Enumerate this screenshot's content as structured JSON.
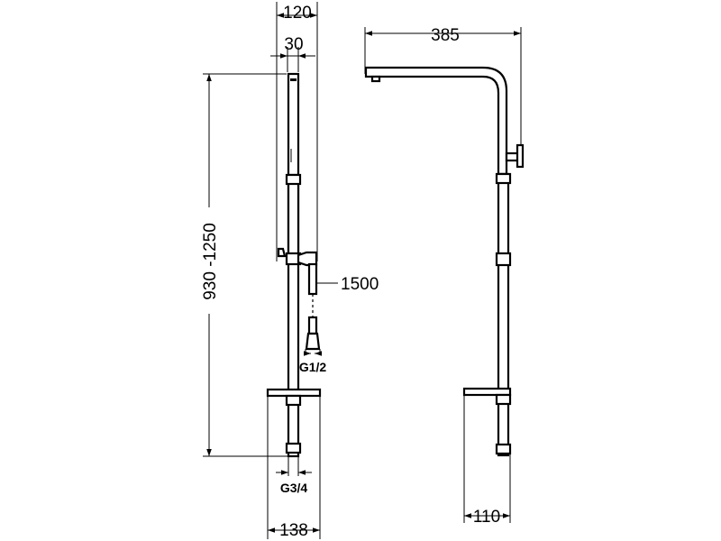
{
  "diagram": {
    "front_view": {
      "dim_top_width": "120",
      "dim_handshower_width": "30",
      "dim_height_range": "930 -1250",
      "dim_hose_length": "1500",
      "dim_hose_thread": "G1/2",
      "dim_inlet_thread": "G3/4",
      "dim_shelf_width": "138"
    },
    "side_view": {
      "dim_arm_reach": "385",
      "dim_shelf_depth": "110"
    }
  }
}
